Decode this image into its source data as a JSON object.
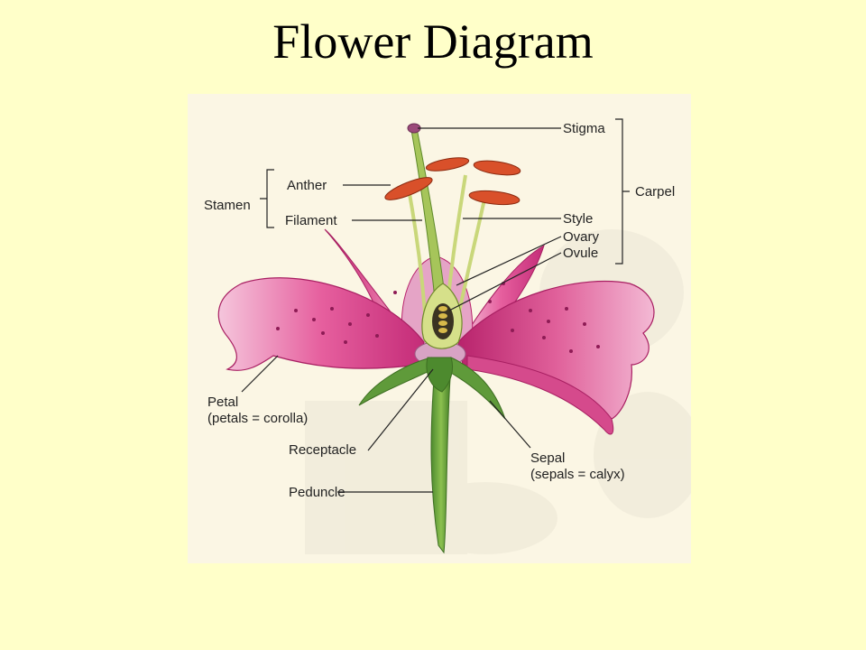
{
  "title": "Flower Diagram",
  "labels": {
    "stigma": "Stigma",
    "anther": "Anther",
    "stamen": "Stamen",
    "filament": "Filament",
    "carpel": "Carpel",
    "style": "Style",
    "ovary": "Ovary",
    "ovule": "Ovule",
    "petal": "Petal",
    "petal_note": "(petals = corolla)",
    "receptacle": "Receptacle",
    "sepal": "Sepal",
    "sepal_note": "(sepals = calyx)",
    "peduncle": "Peduncle"
  },
  "colors": {
    "background": "#ffffc9",
    "figure_background": "#fbf6e4",
    "petal": "#e0609a",
    "stem": "#5f9a3a",
    "anther": "#d9502a"
  }
}
